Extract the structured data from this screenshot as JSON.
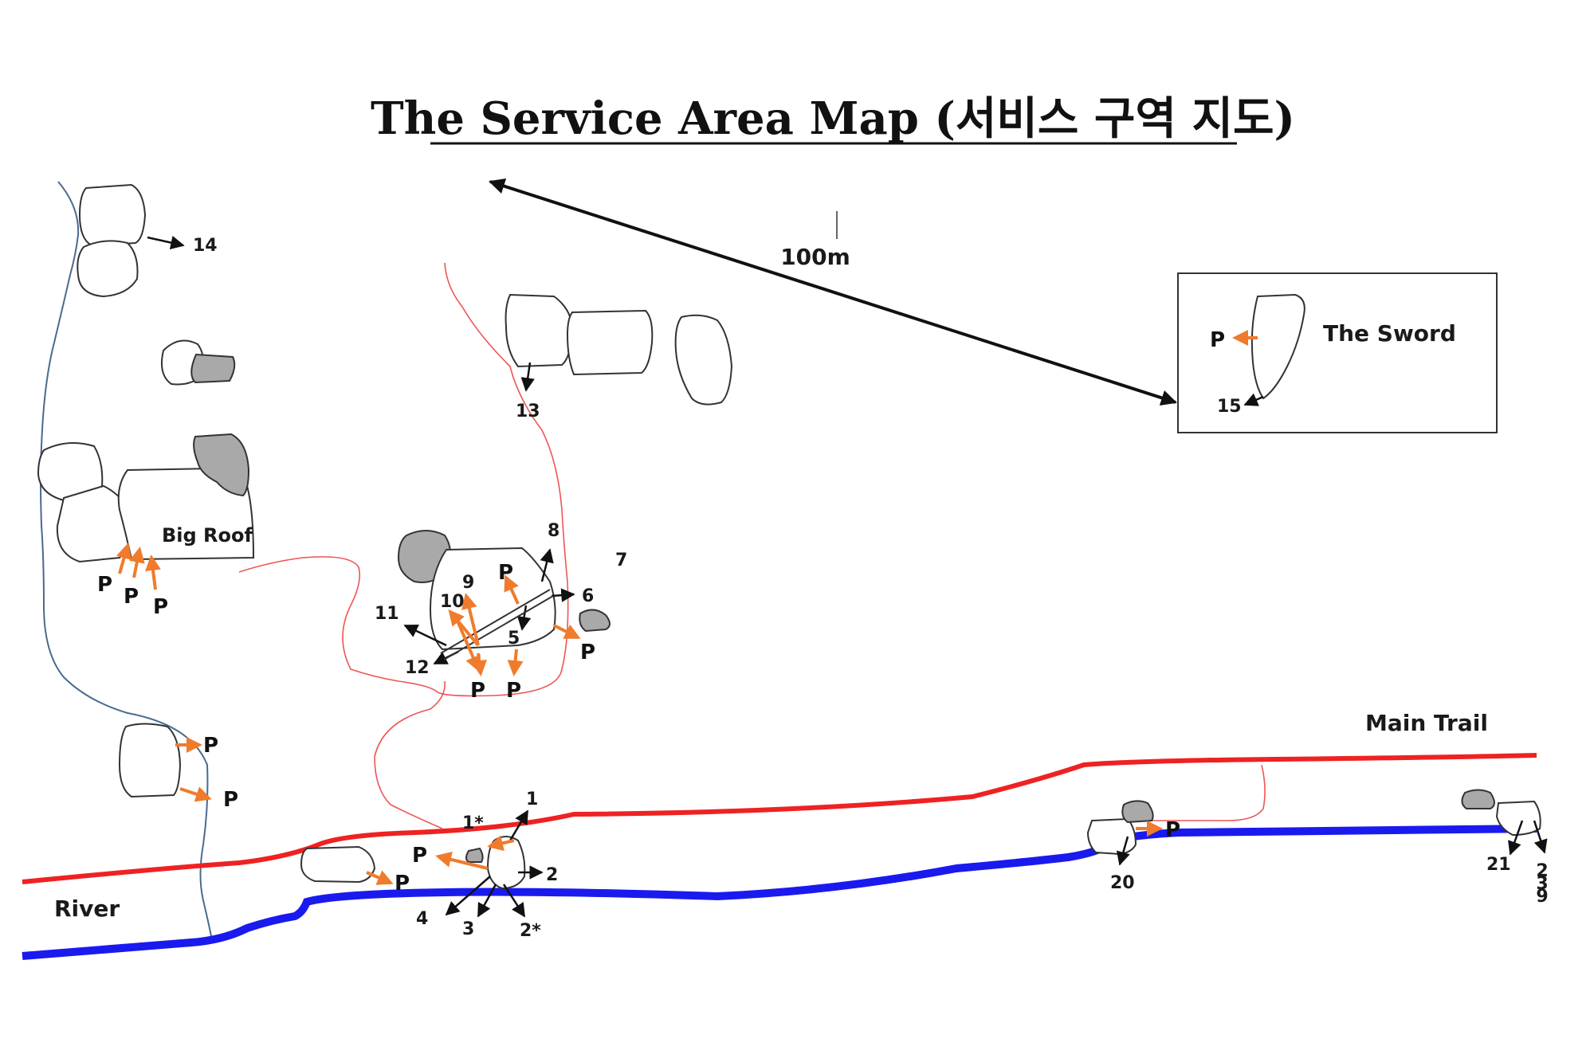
{
  "title": "The Service Area Map (서비스 구역 지도)",
  "scale_label": "100m",
  "labels": {
    "main_trail": "Main Trail",
    "river": "River",
    "big_roof": "Big Roof",
    "the_sword": "The Sword"
  },
  "route_numbers": {
    "r1": "1",
    "r1s": "1*",
    "r2": "2",
    "r2s": "2*",
    "r3": "3",
    "r4": "4",
    "r5": "5",
    "r6": "6",
    "r7": "7",
    "r8": "8",
    "r9": "9",
    "r10": "10",
    "r11": "11",
    "r12": "12",
    "r13": "13",
    "r14": "14",
    "r15": "15",
    "r20": "20",
    "r21": "21",
    "r239": "2\n3\n9"
  },
  "parking_label": "P",
  "colors": {
    "trail": "#ee2222",
    "river": "#1a1aee",
    "stream": "#4a6a90",
    "path": "#ee5555",
    "route_arrow": "#f07b2c",
    "boulder_shade": "#a9a9a9"
  }
}
